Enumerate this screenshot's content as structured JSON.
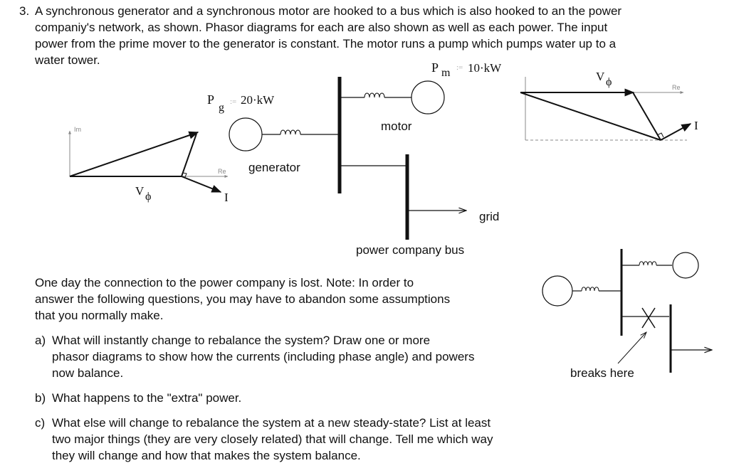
{
  "problem": {
    "number": "3.",
    "intro_lines": [
      "A synchronous generator and a synchronous motor are hooked to a bus which is also hooked to an the power",
      "companiy's network, as shown.  Phasor diagrams for each are also shown as well as each power.  The input",
      "power from the prime mover to the generator is constant.  The motor runs a pump  which pumps water up to a",
      "water tower."
    ],
    "lost_lines": [
      "One day the connection to the power company is lost.  Note: In order to",
      "answer the following questions, you may have to abandon some assumptions",
      "that you normally make."
    ],
    "questions": [
      {
        "letter": "a)",
        "lines": [
          "What will instantly change to rebalance the system?  Draw one or more",
          "phasor diagrams to show how the currents (including phase angle) and powers",
          "now balance."
        ]
      },
      {
        "letter": "b)",
        "lines": [
          "What happens to the \"extra\" power."
        ]
      },
      {
        "letter": "c)",
        "lines": [
          "What else will change to rebalance the system at a new steady-state?  List at least",
          "two major things (they are very closely related) that will change.  Tell me which way",
          "they will change and how that makes the system balance."
        ]
      }
    ]
  },
  "generator_side": {
    "power_symbol": "P",
    "power_sub": "g",
    "def_symbol": ":=",
    "power_value": "20·kW",
    "label": "generator",
    "phasor_im": "Im",
    "phasor_re": "Re",
    "voltage_symbol": "V",
    "voltage_sub": "ϕ",
    "current_symbol": "I"
  },
  "motor_side": {
    "power_symbol": "P",
    "power_sub": "m",
    "def_symbol": ":=",
    "power_value": "10·kW",
    "label": "motor",
    "phasor_re": "Re",
    "voltage_symbol": "V",
    "voltage_sub": "ϕ",
    "current_symbol": "I"
  },
  "grid": {
    "grid_label": "grid",
    "bus_label": "power company bus"
  },
  "break_diagram": {
    "label": "breaks here"
  }
}
